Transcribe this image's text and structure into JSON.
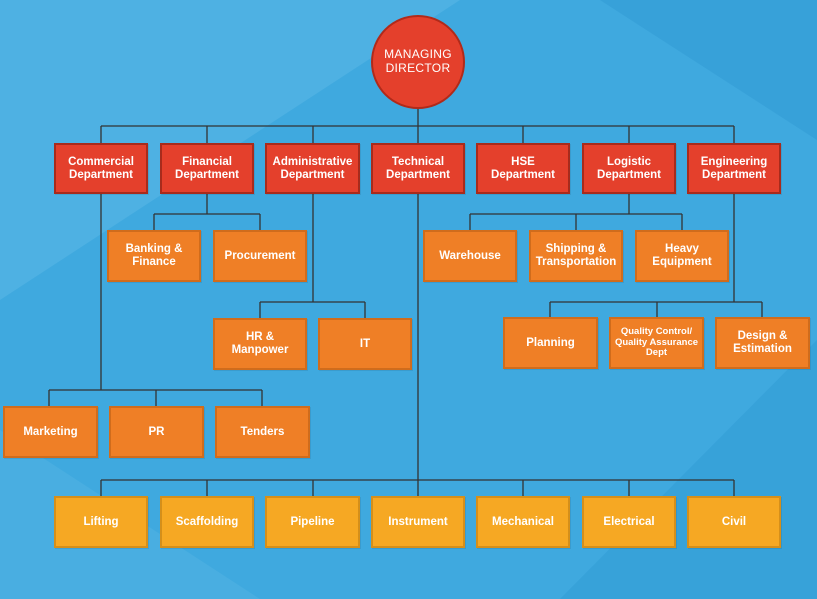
{
  "chart": {
    "root": "MANAGING\nDIRECTOR",
    "departments": [
      "Commercial\nDepartment",
      "Financial\nDepartment",
      "Administrative\nDepartment",
      "Technical\nDepartment",
      "HSE\nDepartment",
      "Logistic\nDepartment",
      "Engineering\nDepartment"
    ],
    "financial_units": [
      "Banking &\nFinance",
      "Procurement"
    ],
    "administrative_units": [
      "HR &\nManpower",
      "IT"
    ],
    "commercial_units": [
      "Marketing",
      "PR",
      "Tenders"
    ],
    "logistic_units": [
      "Warehouse",
      "Shipping &\nTransportation",
      "Heavy\nEquipment"
    ],
    "engineering_units": [
      "Planning",
      "Quality Control/\nQuality Assurance\nDept",
      "Design &\nEstimation"
    ],
    "technical_units": [
      "Lifting",
      "Scaffolding",
      "Pipeline",
      "Instrument",
      "Mechanical",
      "Electrical",
      "Civil"
    ]
  },
  "colors": {
    "background": "#3fa9df",
    "root": "#e4402c",
    "department": "#e4402c",
    "unit": "#ef7f26",
    "technical_unit": "#f6a823",
    "connector": "#333333"
  }
}
